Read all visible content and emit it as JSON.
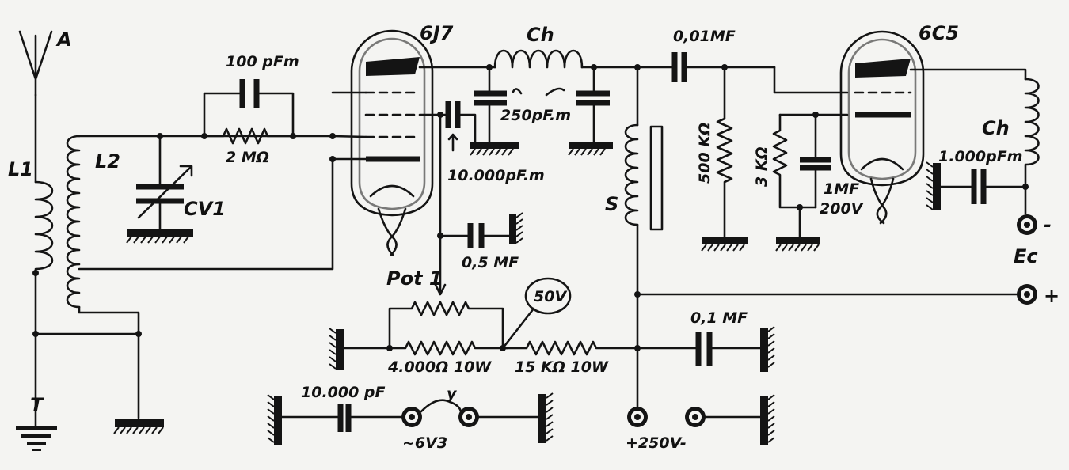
{
  "labels": {
    "antenna": "A",
    "l1": "L1",
    "l2": "L2",
    "cv1": "CV1",
    "c_100pf": "100 pFm",
    "r_2m": "2 MΩ",
    "tube1": "6J7",
    "choke1": "Ch",
    "c_250pf": "250pF.m",
    "c_10000pfm": "10.000pF.m",
    "c_05mf": "0,5 MF",
    "pot1": "Pot 1",
    "v50": "50V",
    "r_4000": "4.000Ω 10W",
    "r_15k": "15 KΩ 10W",
    "c_10000pf": "10.000 pF",
    "heater": "~6V3",
    "heater_y": "y",
    "b_plus": "+250V-",
    "earth": "T",
    "s": "S",
    "c_001": "0,01MF",
    "r_500k": "500 KΩ",
    "r_3k": "3 KΩ",
    "c_1mf": "1MF",
    "v200": "200V",
    "tube2": "6C5",
    "choke2": "Ch",
    "c_1000pf": "1.000pFm",
    "ec": "Ec",
    "minus": "-",
    "plus": "+",
    "c_01mf": "0,1 MF"
  },
  "colors": {
    "ink": "#141414",
    "paper": "#f4f4f2"
  }
}
